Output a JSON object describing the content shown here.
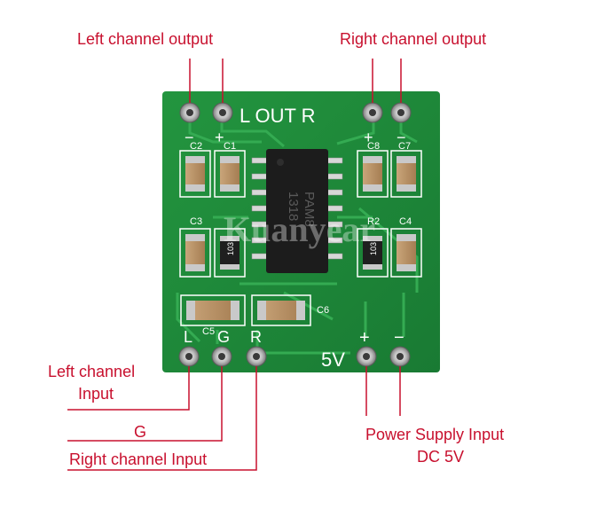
{
  "labels": {
    "left_output": "Left channel output",
    "right_output": "Right channel output",
    "left_input_line1": "Left channel",
    "left_input_line2": "Input",
    "ground": "G",
    "right_input": "Right channel Input",
    "power_line1": "Power Supply Input",
    "power_line2": "DC 5V"
  },
  "silkscreen": {
    "out_label": "L  OUT  R",
    "plus": "+",
    "minus": "−",
    "c1": "C1",
    "c2": "C2",
    "c3": "C3",
    "c4": "C4",
    "c5": "C5",
    "c6": "C6",
    "c7": "C7",
    "c8": "C8",
    "r1_code": "103",
    "r2": "R2",
    "r2_code": "103",
    "pin_l": "L",
    "pin_g": "G",
    "pin_r": "R",
    "v5": "5V",
    "chip_line1": "PAM8",
    "chip_line2": "1318",
    "watermark": "Kuanyear"
  },
  "colors": {
    "label": "#c8102e",
    "pcb": "#1f8a3c",
    "pcb_trace": "#2fa34c",
    "silk": "#ffffff",
    "chip": "#1c1c1c"
  }
}
